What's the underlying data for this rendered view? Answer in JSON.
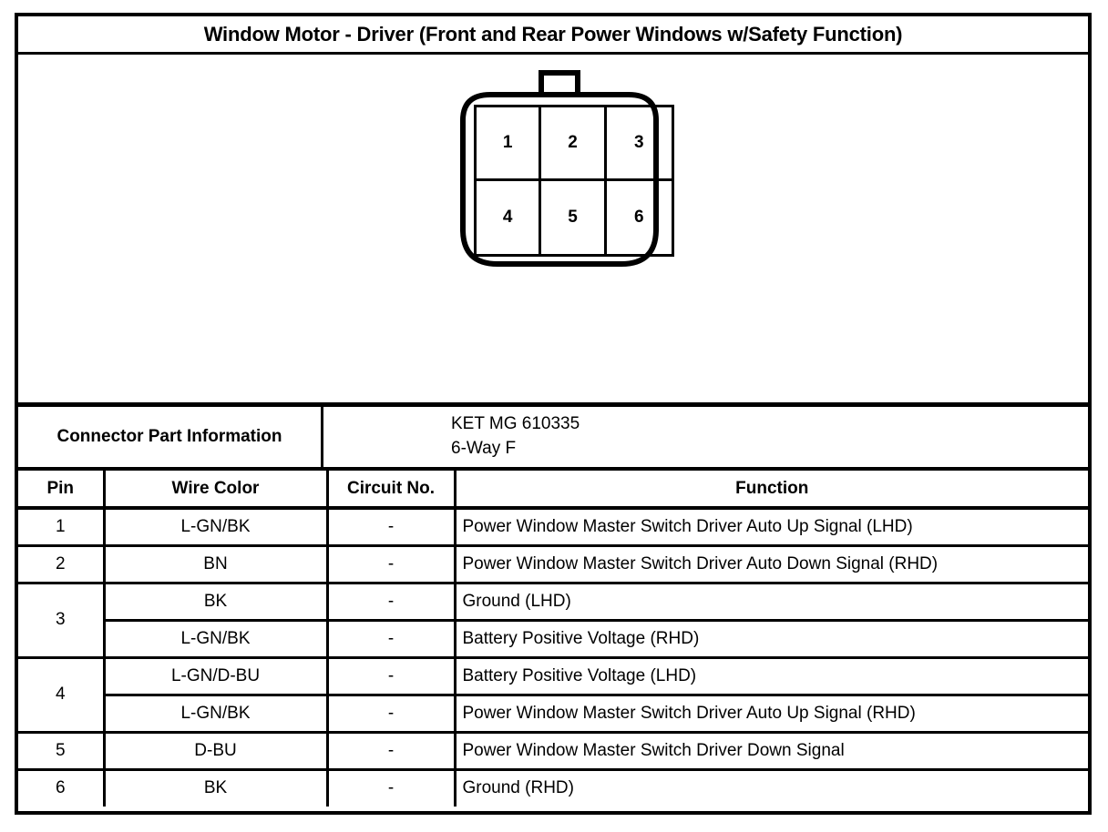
{
  "document": {
    "title": "Window Motor - Driver (Front and Rear Power Windows w/Safety Function)"
  },
  "connector_diagram": {
    "pins": [
      "1",
      "2",
      "3",
      "4",
      "5",
      "6"
    ],
    "rows": 2,
    "columns": 3,
    "has_top_tab": true
  },
  "part_information": {
    "label": "Connector Part Information",
    "part_number": "KET MG 610335",
    "way_description": "6-Way F"
  },
  "pin_table": {
    "headers": {
      "pin": "Pin",
      "wire_color": "Wire Color",
      "circuit_no": "Circuit No.",
      "function": "Function"
    },
    "rows": [
      {
        "pin": "1",
        "entries": [
          {
            "wire_color": "L-GN/BK",
            "circuit_no": "-",
            "function": "Power Window Master Switch Driver Auto Up Signal (LHD)"
          }
        ]
      },
      {
        "pin": "2",
        "entries": [
          {
            "wire_color": "BN",
            "circuit_no": "-",
            "function": "Power Window Master Switch Driver Auto Down Signal (RHD)"
          }
        ]
      },
      {
        "pin": "3",
        "entries": [
          {
            "wire_color": "BK",
            "circuit_no": "-",
            "function": "Ground (LHD)"
          },
          {
            "wire_color": "L-GN/BK",
            "circuit_no": "-",
            "function": "Battery Positive Voltage (RHD)"
          }
        ]
      },
      {
        "pin": "4",
        "entries": [
          {
            "wire_color": "L-GN/D-BU",
            "circuit_no": "-",
            "function": "Battery Positive Voltage (LHD)"
          },
          {
            "wire_color": "L-GN/BK",
            "circuit_no": "-",
            "function": "Power Window Master Switch Driver Auto Up Signal (RHD)"
          }
        ]
      },
      {
        "pin": "5",
        "entries": [
          {
            "wire_color": "D-BU",
            "circuit_no": "-",
            "function": "Power Window Master Switch Driver Down Signal"
          }
        ]
      },
      {
        "pin": "6",
        "entries": [
          {
            "wire_color": "BK",
            "circuit_no": "-",
            "function": "Ground (RHD)"
          }
        ]
      }
    ]
  },
  "colors": {
    "ink": "#000000",
    "paper": "#ffffff"
  }
}
